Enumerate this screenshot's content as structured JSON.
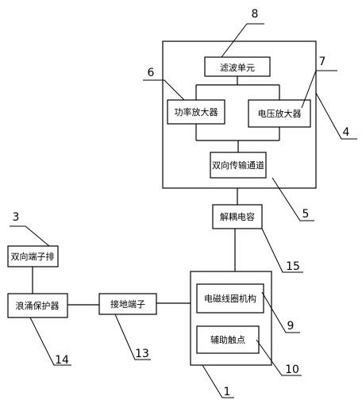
{
  "blocks": {
    "filter_unit": "滤波单元",
    "power_amplifier": "功率放大器",
    "voltage_amplifier": "电压放大器",
    "bidirectional_channel": "双向传输通道",
    "decoupling_capacitor": "解耦电容",
    "bidirectional_terminal_strip": "双向端子排",
    "surge_protector": "浪涌保护器",
    "ground_terminal": "接地端子",
    "electromagnetic_coil_mechanism": "电磁线圈机构",
    "auxiliary_contact": "辅助触点"
  },
  "reference_numerals": {
    "n1": "1",
    "n3": "3",
    "n4": "4",
    "n5": "5",
    "n6": "6",
    "n7": "7",
    "n8": "8",
    "n9": "9",
    "n10": "10",
    "n13": "13",
    "n14": "14",
    "n15": "15"
  }
}
